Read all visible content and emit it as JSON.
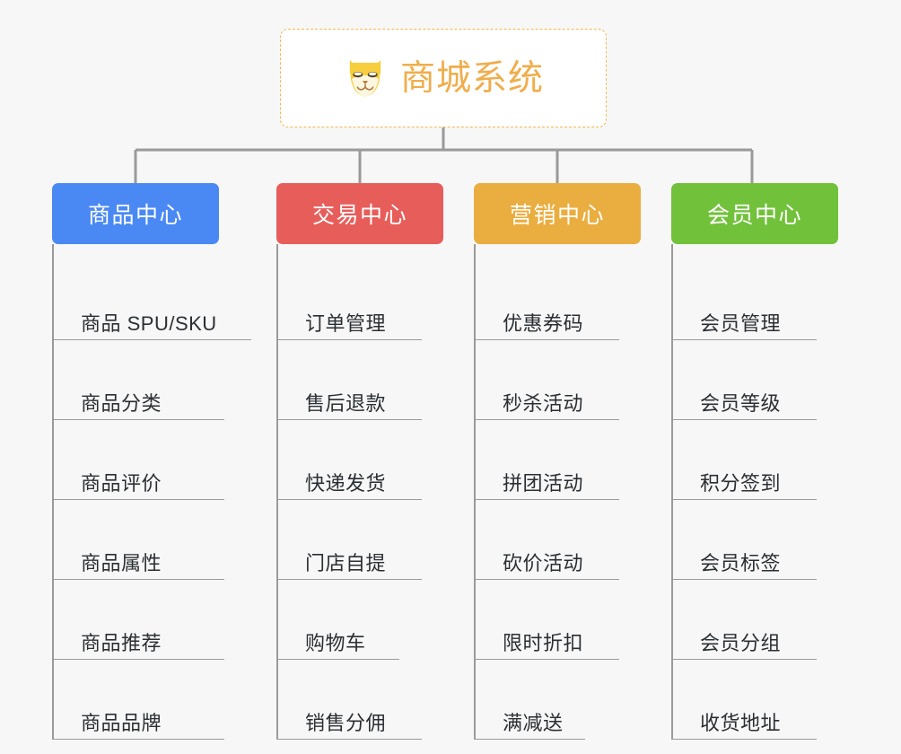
{
  "root": {
    "title": "商城系统",
    "icon": "shiba-dog-face-icon",
    "border_color": "#f0b952",
    "text_color": "#f0ad4b",
    "background": "#ffffff"
  },
  "canvas": {
    "background": "#f7f7f7",
    "connector_color": "#9a9a9a"
  },
  "branches": [
    {
      "label": "商品中心",
      "color": "#4a89f3",
      "leaves": [
        "商品 SPU/SKU",
        "商品分类",
        "商品评价",
        "商品属性",
        "商品推荐",
        "商品品牌"
      ]
    },
    {
      "label": "交易中心",
      "color": "#e75d5a",
      "leaves": [
        "订单管理",
        "售后退款",
        "快递发货",
        "门店自提",
        "购物车",
        "销售分佣"
      ]
    },
    {
      "label": "营销中心",
      "color": "#eaad3f",
      "leaves": [
        "优惠券码",
        "秒杀活动",
        "拼团活动",
        "砍价活动",
        "限时折扣",
        "满减送"
      ]
    },
    {
      "label": "会员中心",
      "color": "#72c13b",
      "leaves": [
        "会员管理",
        "会员等级",
        "积分签到",
        "会员标签",
        "会员分组",
        "收货地址"
      ]
    }
  ]
}
